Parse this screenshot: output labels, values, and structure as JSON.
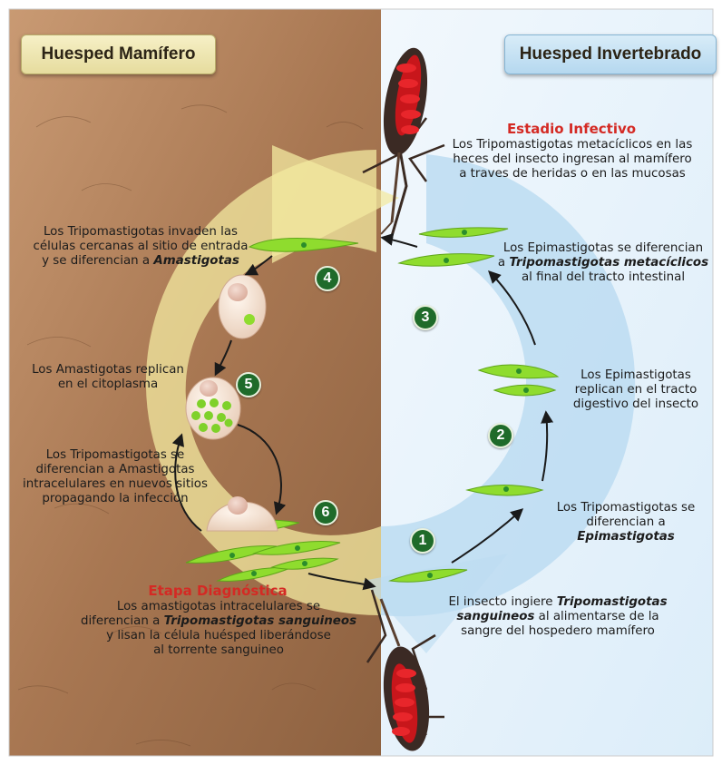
{
  "headers": {
    "left": "Huesped Mamífero",
    "right": "Huesped Invertebrado"
  },
  "infective": {
    "title": "Estadio Infectivo",
    "lines": [
      "Los Tripomastigotas metacíclicos en las",
      "heces del insecto ingresan al mamífero",
      "a traves de heridas o en las mucosas"
    ]
  },
  "step4_text": {
    "line1": "Los Tripomastigotas invaden las",
    "line2": "células cercanas al sitio de entrada",
    "line3_pre": "y se diferencian a ",
    "line3_em": "Amastigotas"
  },
  "step3_text": {
    "line1": "Los Epimastigotas se diferencian",
    "line2_pre": "a ",
    "line2_em": "Tripomastigotas metacíclicos",
    "line3": "al final del tracto intestinal"
  },
  "step5_text": {
    "lines": [
      "Los Amastigotas replican",
      "en el citoplasma"
    ]
  },
  "step2_text": {
    "lines": [
      "Los Epimastigotas",
      "replican en el tracto",
      "digestivo del insecto"
    ]
  },
  "spread_text": {
    "lines": [
      "Los Tripomastigotas se",
      "diferencian a Amastigotas",
      "intracelulares en nuevos sitios",
      "propagando la infección"
    ]
  },
  "step1_text": {
    "line1": "Los Tripomastigotas se",
    "line2_pre": "diferencian a ",
    "line2_em": "Epimastigotas"
  },
  "diagnostic": {
    "title": "Etapa Diagnóstica",
    "line1": "Los amastigotas intracelulares se",
    "line2_pre": "diferencian a ",
    "line2_em": "Tripomastigotas sanguineos",
    "line3": "y lisan la célula huésped liberándose",
    "line4": "al torrente sanguineo"
  },
  "insect_text": {
    "line1_pre": "El insecto ingiere ",
    "line1_em": "Tripomastigotas",
    "line2_em": "sanguineos",
    "line2_post": " al alimentarse de la",
    "line3": "sangre del hospedero mamífero"
  },
  "steps": [
    "1",
    "2",
    "3",
    "4",
    "5",
    "6"
  ],
  "colors": {
    "skin": "#a97a55",
    "blue_panel": "#e6f2fb",
    "arrow_yellow": "#f3eaa0",
    "arrow_blue": "#bcdcf1",
    "parasite_green": "#8fdc2e",
    "badge_green": "#1f6b2a",
    "accent_red": "#d42a24"
  }
}
